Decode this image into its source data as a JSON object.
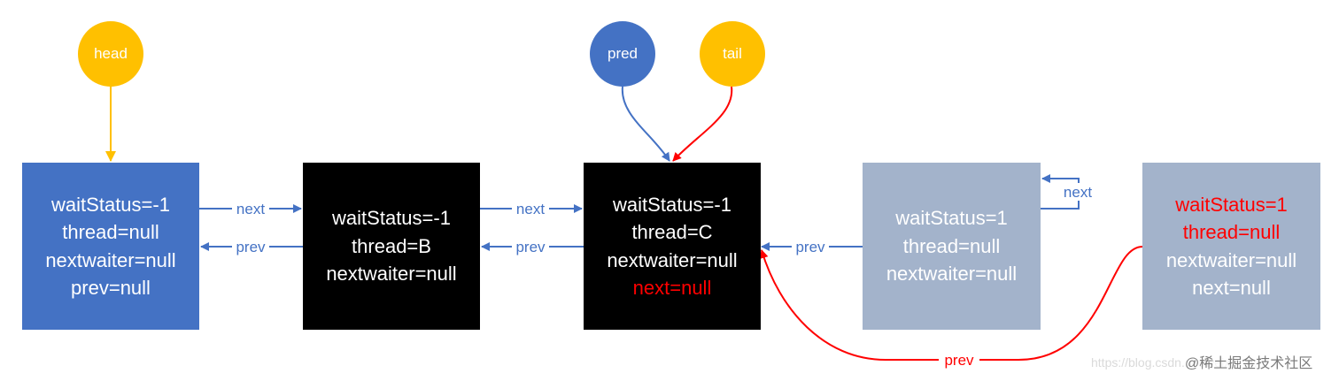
{
  "colors": {
    "blue": "#4472c4",
    "black": "#000000",
    "gray": "#a3b3cb",
    "yellow": "#ffc000",
    "red": "#ff0000",
    "arrow_blue": "#4472c4"
  },
  "pointers": {
    "head": "head",
    "pred": "pred",
    "tail": "tail"
  },
  "nodes": [
    {
      "lines": [
        "waitStatus=-1",
        "thread=null",
        "nextwaiter=null",
        "prev=null"
      ]
    },
    {
      "lines": [
        "waitStatus=-1",
        "thread=B",
        "nextwaiter=null"
      ]
    },
    {
      "lines": [
        "waitStatus=-1",
        "thread=C",
        "nextwaiter=null",
        "next=null"
      ]
    },
    {
      "lines": [
        "waitStatus=1",
        "thread=null",
        "nextwaiter=null"
      ]
    },
    {
      "lines": [
        "waitStatus=1",
        "thread=null",
        "nextwaiter=null",
        "next=null"
      ]
    }
  ],
  "links": {
    "next": "next",
    "prev": "prev"
  },
  "watermark": {
    "url": "https://blog.csdn.net/weixin_4...",
    "brand": "@稀土掘金技术社区"
  }
}
